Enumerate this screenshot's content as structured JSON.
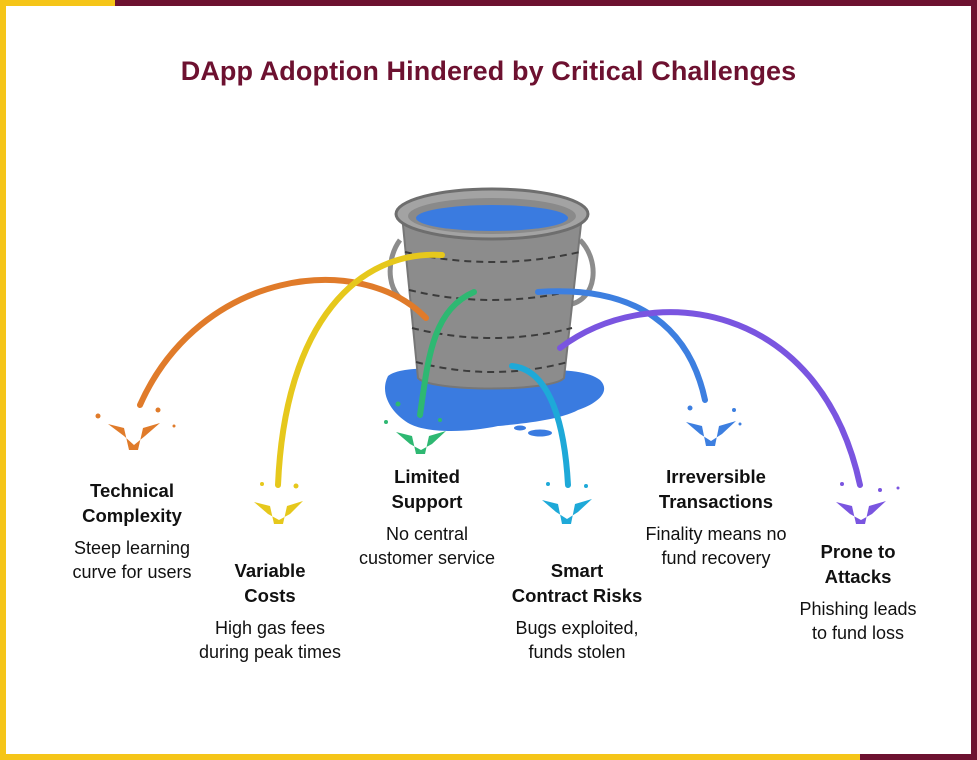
{
  "title": "DApp Adoption Hindered by Critical Challenges",
  "colors": {
    "frame_yellow": "#f5c518",
    "frame_maroon": "#6d1130",
    "title": "#6d1130",
    "bucket": "#8c8c8c",
    "water": "#3a7be0"
  },
  "challenges": [
    {
      "head_line1": "Technical",
      "head_line2": "Complexity",
      "desc_line1": "Steep learning",
      "desc_line2": "curve for users",
      "color": "#e07b2a"
    },
    {
      "head_line1": "Variable",
      "head_line2": "Costs",
      "desc_line1": "High gas fees",
      "desc_line2": "during peak times",
      "color": "#e6c81c"
    },
    {
      "head_line1": "Limited",
      "head_line2": "Support",
      "desc_line1": "No central",
      "desc_line2": "customer service",
      "color": "#2eb872"
    },
    {
      "head_line1": "Smart",
      "head_line2": "Contract Risks",
      "desc_line1": "Bugs exploited,",
      "desc_line2": "funds stolen",
      "color": "#1ea9d8"
    },
    {
      "head_line1": "Irreversible",
      "head_line2": "Transactions",
      "desc_line1": "Finality means no",
      "desc_line2": "fund recovery",
      "color": "#3d7fe0"
    },
    {
      "head_line1": "Prone to",
      "head_line2": "Attacks",
      "desc_line1": "Phishing leads",
      "desc_line2": "to fund loss",
      "color": "#7a55e0"
    }
  ]
}
